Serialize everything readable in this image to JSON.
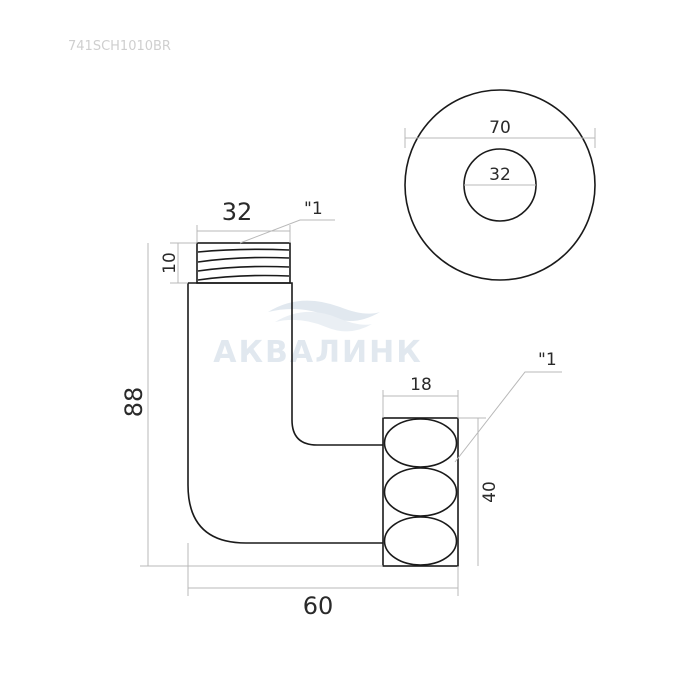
{
  "article_code": "741SCH1010BR",
  "watermark": "АКВАЛИНК",
  "dimensions": {
    "thread_width": "32",
    "thread_size_top": "\"1",
    "thread_height": "10",
    "total_height": "88",
    "total_width": "60",
    "nut_width": "18",
    "nut_height": "40",
    "thread_size_side": "\"1",
    "flange_outer": "70",
    "flange_inner": "32"
  },
  "colors": {
    "line": "#1a1a1a",
    "dimension": "#b8b8b8",
    "watermark": "#c9d6e3"
  }
}
